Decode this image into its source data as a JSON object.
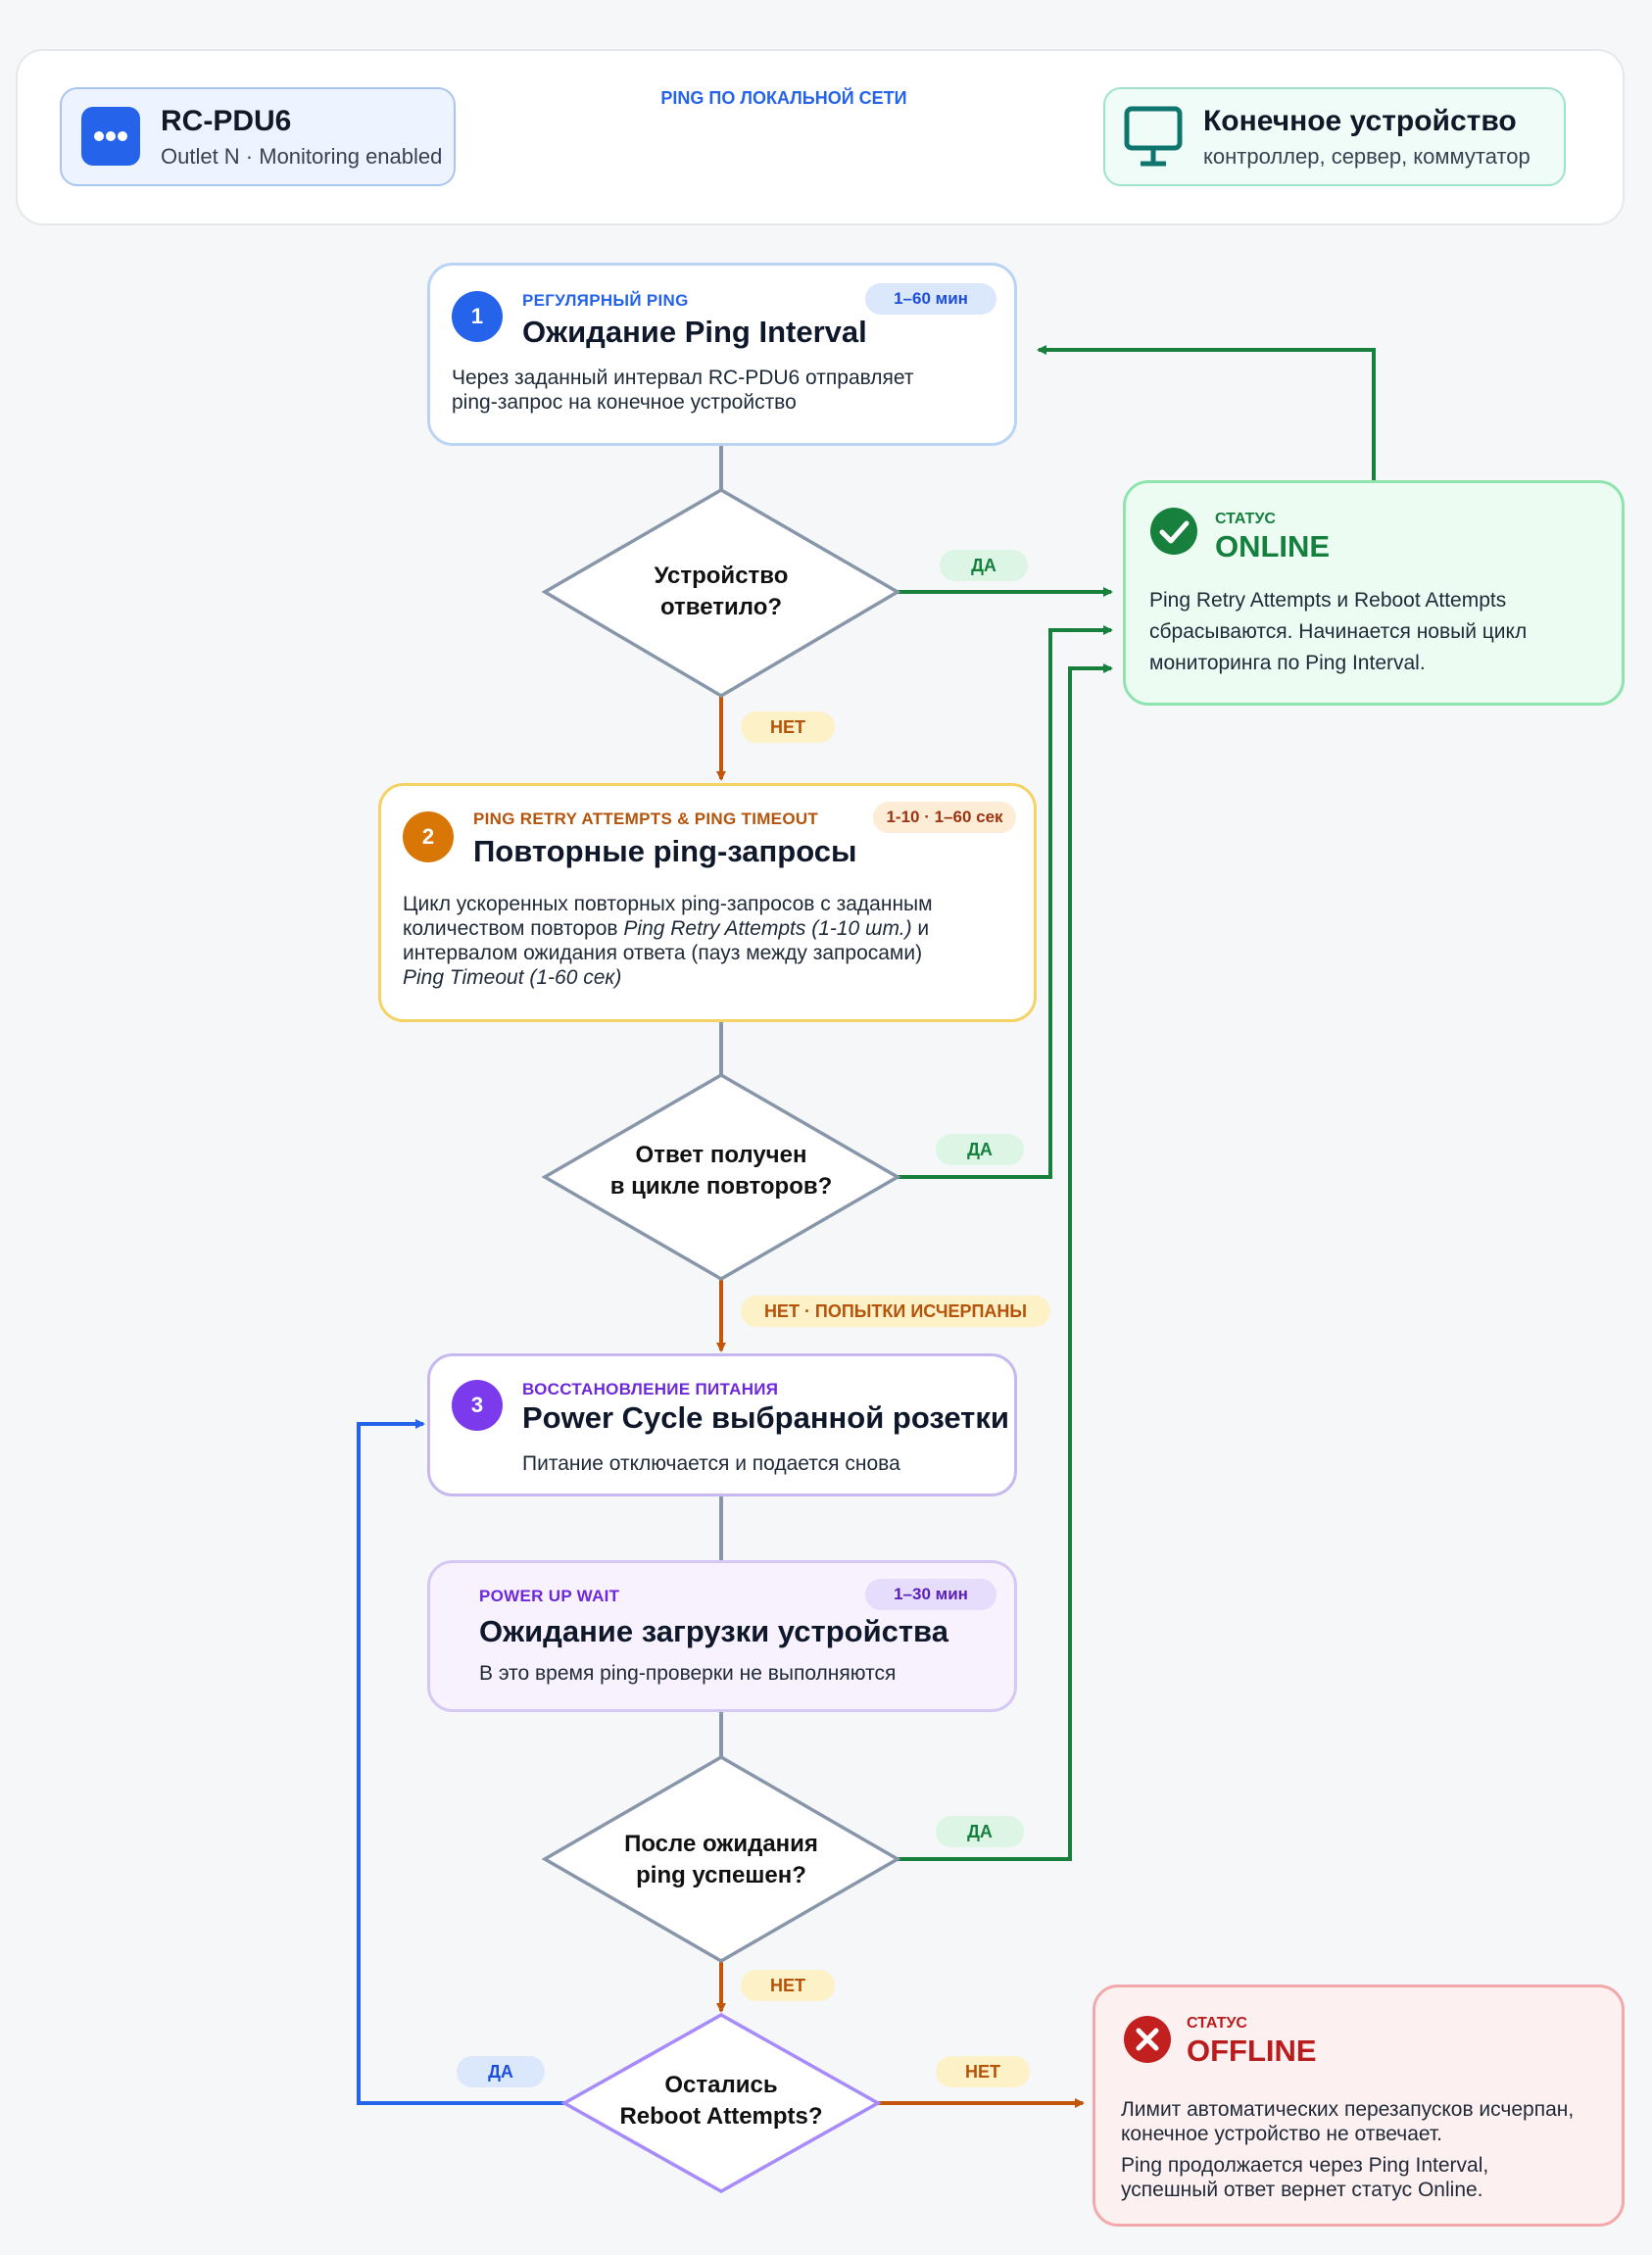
{
  "header": {
    "left_device": {
      "name": "RC-PDU6",
      "sub": "Outlet N · Monitoring enabled",
      "icon": "dots-icon"
    },
    "link_label": "PING ПО ЛОКАЛЬНОЙ СЕТИ",
    "right_device": {
      "name": "Конечное устройство",
      "sub": "контроллер, сервер, коммутатор",
      "icon": "monitor-icon"
    }
  },
  "step1": {
    "num": "1",
    "kicker": "РЕГУЛЯРНЫЙ PING",
    "pill": "1–60 мин",
    "title": "Ожидание Ping Interval",
    "desc1": "Через заданный интервал RC-PDU6 отправляет",
    "desc2": "ping-запрос на конечное устройство"
  },
  "decision1": {
    "line1": "Устройство",
    "line2": "ответило?",
    "yes": "ДА",
    "no": "НЕТ"
  },
  "step2": {
    "num": "2",
    "kicker": "PING RETRY ATTEMPTS & PING TIMEOUT",
    "pill": "1-10 · 1–60 сек",
    "title": "Повторные ping-запросы",
    "desc1": "Цикл ускоренных повторных ping-запросов с заданным",
    "desc2a": "количеством повторов ",
    "desc2b": "Ping Retry Attempts (1-10 шт.)",
    "desc2c": " и",
    "desc3": "интервалом ожидания ответа (пауз между запросами)",
    "desc4": "Ping Timeout (1-60 сек)"
  },
  "decision2": {
    "line1": "Ответ получен",
    "line2": "в цикле повторов?",
    "yes": "ДА",
    "no": "НЕТ · ПОПЫТКИ ИСЧЕРПАНЫ"
  },
  "step3": {
    "num": "3",
    "kicker": "ВОССТАНОВЛЕНИЕ ПИТАНИЯ",
    "title": "Power Cycle выбранной розетки",
    "desc": "Питание отключается и подается снова"
  },
  "step4": {
    "kicker": "POWER UP WAIT",
    "pill": "1–30 мин",
    "title": "Ожидание загрузки устройства",
    "desc": "В это время ping-проверки не выполняются"
  },
  "decision3": {
    "line1": "После ожидания",
    "line2": "ping успешен?",
    "yes": "ДА",
    "no": "НЕТ"
  },
  "decision4": {
    "line1": "Остались",
    "line2": "Reboot Attempts?",
    "yes": "ДА",
    "no": "НЕТ"
  },
  "online": {
    "kicker": "СТАТУС",
    "title": "ONLINE",
    "desc1": "Ping Retry Attempts и Reboot Attempts",
    "desc2": "сбрасываются. Начинается новый цикл",
    "desc3": "мониторинга по Ping Interval."
  },
  "offline": {
    "kicker": "СТАТУС",
    "title": "OFFLINE",
    "desc1": "Лимит автоматических перезапусков исчерпан,",
    "desc2": "конечное устройство не отвечает.",
    "desc3": "Ping продолжается через Ping Interval,",
    "desc4": "успешный ответ вернет статус Online."
  },
  "colors": {
    "blue": "#2563eb",
    "green": "#16803c",
    "orange": "#c2570c",
    "purple": "#7c3aed",
    "red": "#c21f1f",
    "gray": "#8796a8"
  }
}
